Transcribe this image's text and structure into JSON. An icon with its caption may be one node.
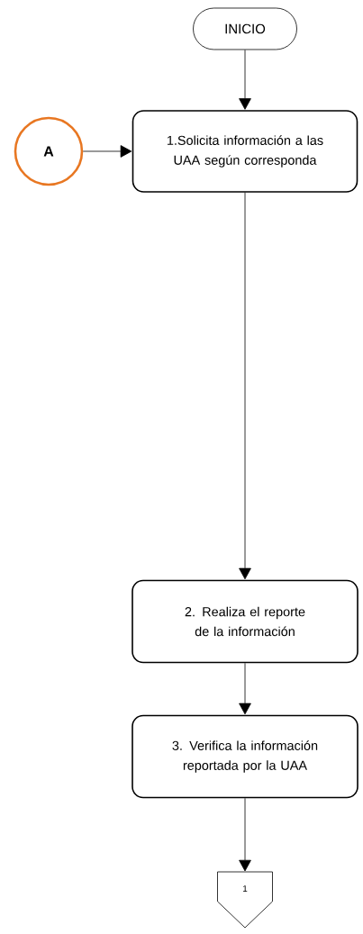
{
  "diagram": {
    "nodes": [
      {
        "text": [
          "INICIO"
        ]
      },
      {
        "text": [
          "A"
        ]
      },
      {
        "text": [
          "1.Solicita información a las UAA según corresponda"
        ]
      },
      {
        "text": [
          "2. Realiza el reporte de la información"
        ]
      },
      {
        "text": [
          "3. Verifica la información reportada por la UAA"
        ]
      },
      {
        "text": [
          "1"
        ]
      }
    ],
    "edges": [
      {
        "from": 0,
        "to": 2,
        "arrow": "to"
      },
      {
        "from": 1,
        "to": 2,
        "arrow": "to"
      },
      {
        "from": 2,
        "to": 3,
        "arrow": "to"
      },
      {
        "from": 3,
        "to": 4,
        "arrow": "to"
      },
      {
        "from": 4,
        "to": 5,
        "arrow": "to"
      }
    ]
  }
}
